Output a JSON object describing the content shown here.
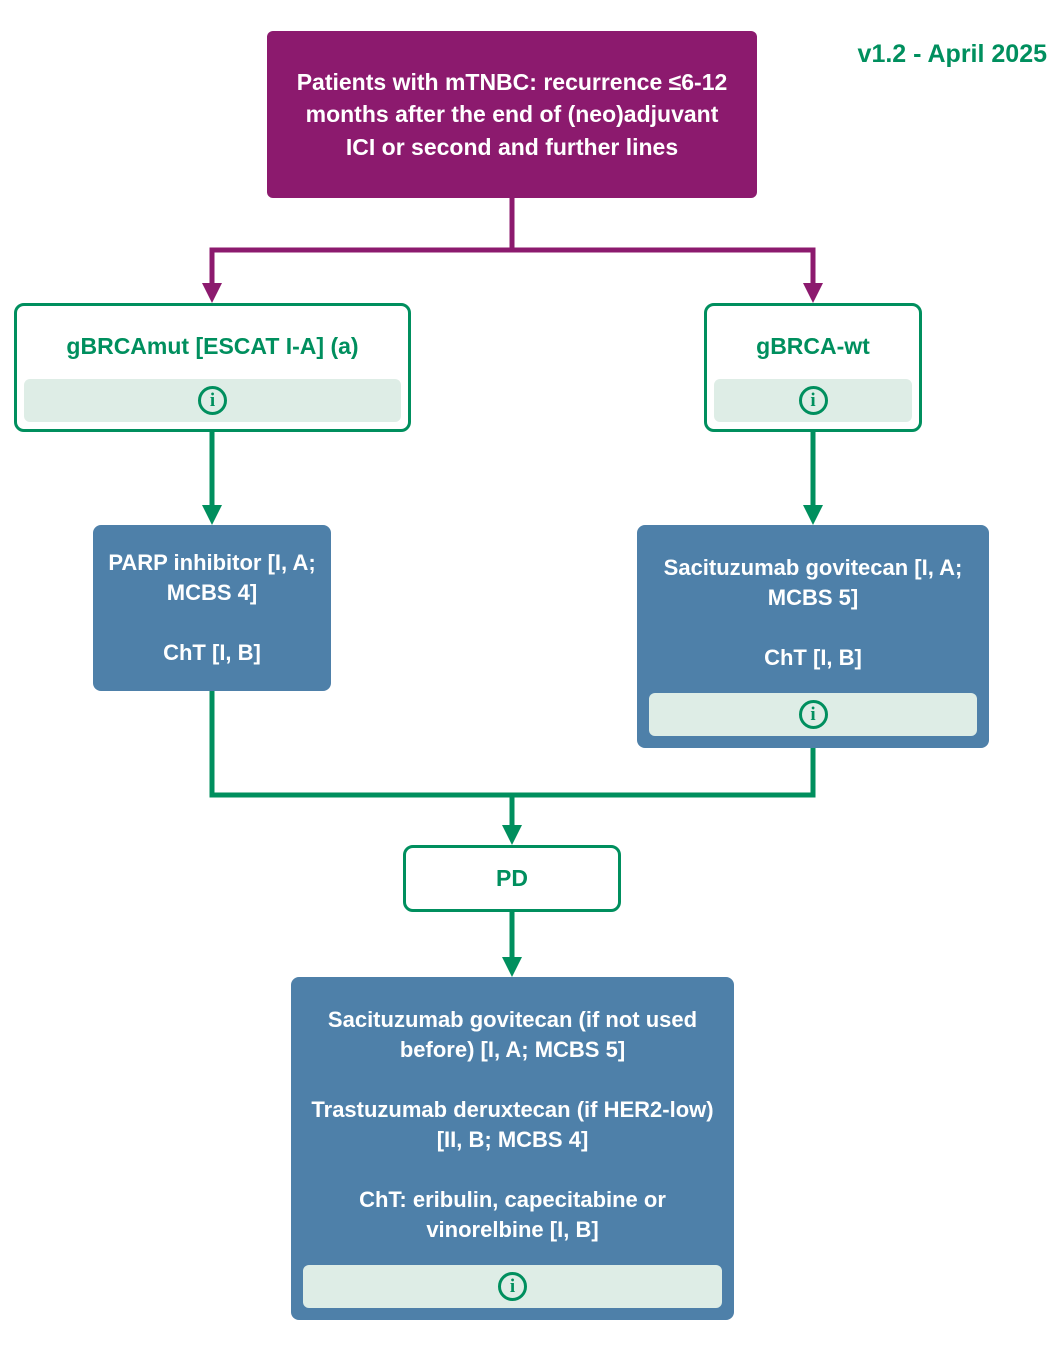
{
  "version_label": "v1.2 - April 2025",
  "info_icon_glyph": "i",
  "colors": {
    "purple": "#8C1A6E",
    "green": "#008F5E",
    "blue": "#4E80A9",
    "info_bg": "#DEEDE6"
  },
  "nodes": {
    "root": {
      "text": "Patients with mTNBC: recurrence ≤6-12 months after the end of (neo)adjuvant ICI or second and further lines"
    },
    "brca_mut": {
      "label": "gBRCAmut [ESCAT I-A] (a)",
      "has_info": true
    },
    "brca_wt": {
      "label": "gBRCA-wt",
      "has_info": true
    },
    "parp": {
      "para1": "PARP inhibitor [I, A; MCBS 4]",
      "para2": "ChT [I, B]"
    },
    "sg": {
      "para1": "Sacituzumab govitecan [I, A; MCBS 5]",
      "para2": "ChT [I, B]",
      "has_info": true
    },
    "pd": {
      "label": "PD"
    },
    "post_pd": {
      "para1": "Sacituzumab govitecan (if not used before) [I, A; MCBS 5]",
      "para2": "Trastuzumab deruxtecan (if HER2-low) [II, B; MCBS 4]",
      "para3": "ChT: eribulin, capecitabine or vinorelbine [I, B]",
      "has_info": true
    }
  }
}
